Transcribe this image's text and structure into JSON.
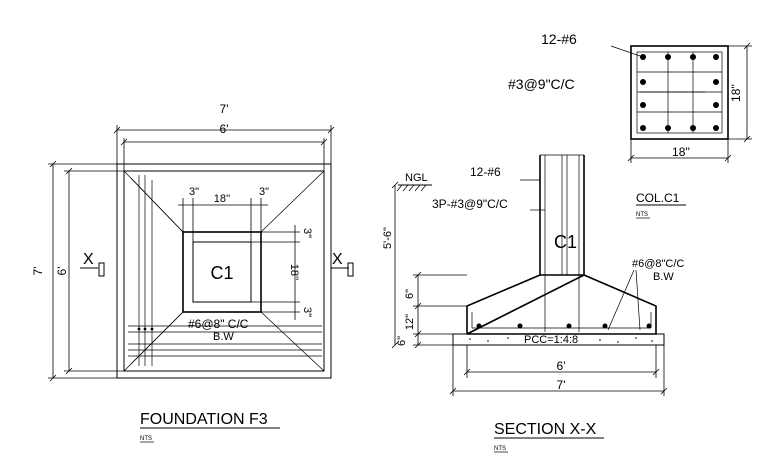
{
  "plan": {
    "dim_top_outer": "7'",
    "dim_top_inner": "6'",
    "dim_left_outer": "7'",
    "dim_left_inner": "6'",
    "col_width": "18''",
    "offset_left": "3\"",
    "offset_right": "3\"",
    "col_height": "18''",
    "offset_top": "3\"",
    "offset_bottom": "3\"",
    "column_label": "C1",
    "bottom_rebar": "#6@8\" C/C",
    "bottom_rebar_sub": "B.W",
    "section_mark_left": "X",
    "section_mark_right": "X",
    "title": "FOUNDATION F3",
    "scale": "NTS"
  },
  "section": {
    "ngl": "NGL",
    "main_bars": "12-#6",
    "ties": "3P-#3@9\"C/C",
    "column_label": "C1",
    "dim_depth": "5'-6\"",
    "dim_slope": "6\"",
    "dim_footing": "12\"",
    "dim_pcc": "6\"",
    "footing_rebar": "#6@8\"C/C",
    "footing_rebar_sub": "B.W",
    "pcc": "PCC=1:4:8",
    "dim_inner": "6'",
    "dim_outer": "7'",
    "title": "SECTION X-X",
    "scale": "NTS"
  },
  "column": {
    "main_bars": "12-#6",
    "ties": "#3@9\"C/C",
    "width": "18''",
    "height": "18''",
    "title": "COL.C1",
    "scale": "NTS"
  }
}
